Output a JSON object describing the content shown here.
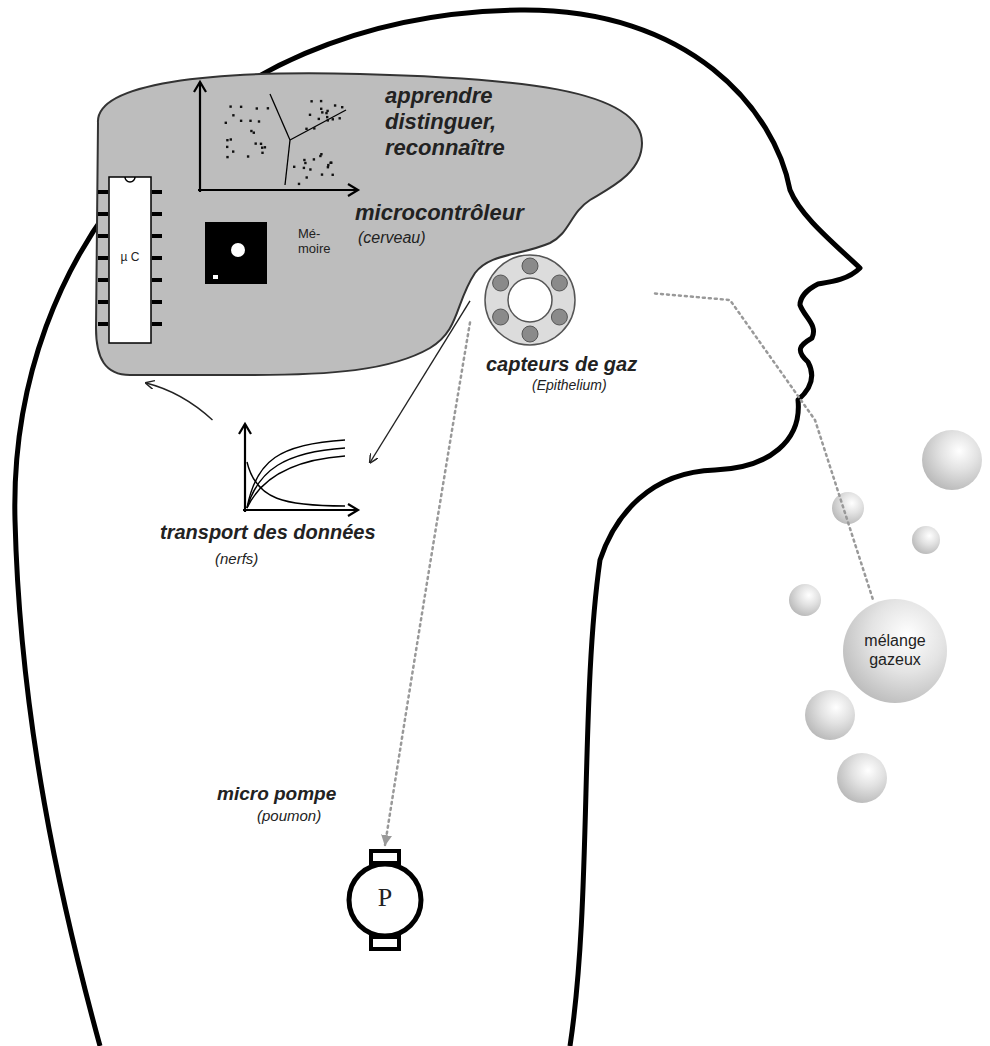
{
  "diagram": {
    "nodes": [
      {
        "text": [
          "apprendre distinguer, reconnaître",
          "microcontrôleur",
          "(cerveau)"
        ]
      },
      {
        "text": [
          "µ C"
        ],
        "in": 0
      },
      {
        "text": [
          "capteurs de gaz",
          "(Epithelium)"
        ]
      },
      {
        "text": [
          "transport des données",
          "(nerfs)"
        ]
      },
      {
        "text": [
          "mélange gazeux"
        ]
      },
      {
        "text": [
          "micro pompe",
          "(poumon)",
          "P"
        ]
      }
    ],
    "edges": [
      {
        "from": 2,
        "to": 3,
        "arrow": "to"
      },
      {
        "from": 3,
        "to": 0,
        "arrow": "to"
      },
      {
        "from": 2,
        "to": 4,
        "arrow": "none"
      },
      {
        "from": 2,
        "to": 5,
        "arrow": "to"
      }
    ],
    "labels": [
      "Mé- moire"
    ]
  }
}
